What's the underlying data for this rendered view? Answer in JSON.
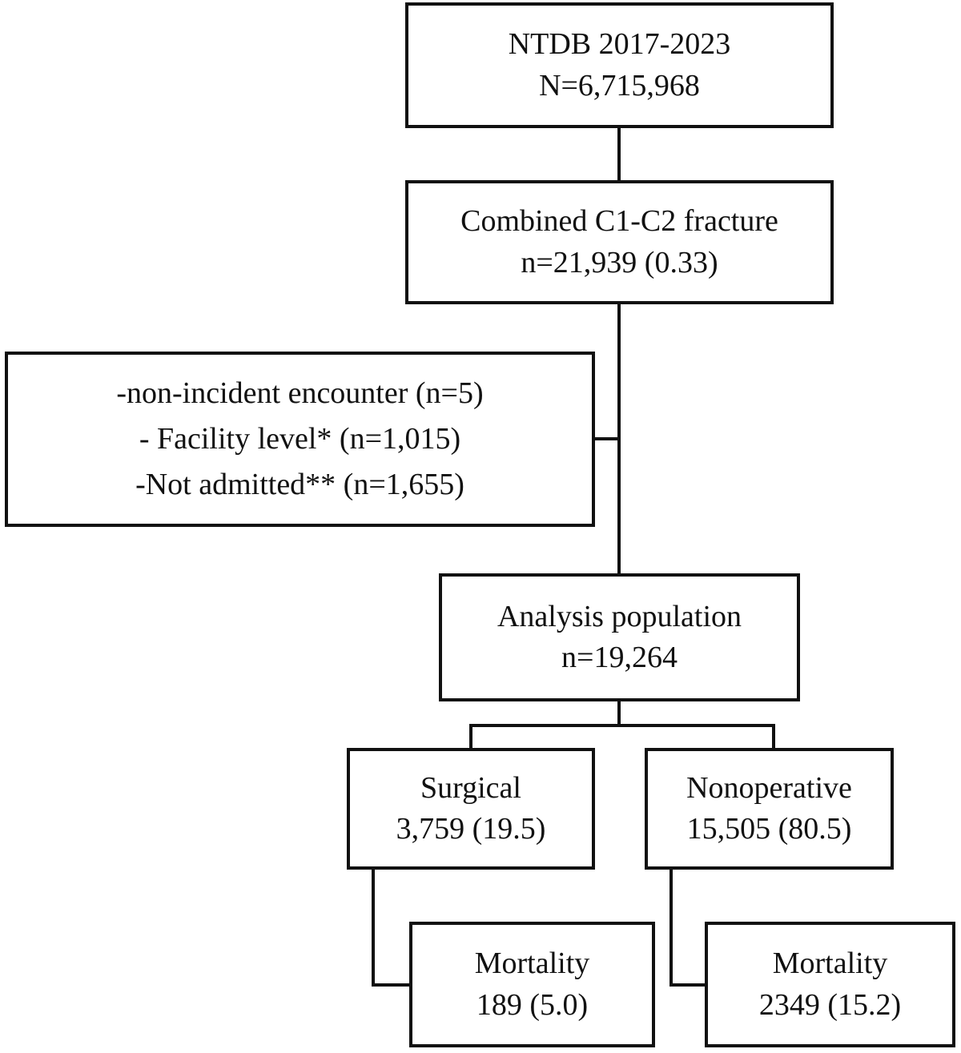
{
  "flowchart": {
    "source": {
      "line1": "NTDB 2017-2023",
      "line2": "N=6,715,968"
    },
    "combined": {
      "line1": "Combined C1-C2 fracture",
      "line2": "n=21,939 (0.33)"
    },
    "exclusions": {
      "line1": "-non-incident encounter (n=5)",
      "line2": "- Facility level* (n=1,015)",
      "line3": "-Not admitted** (n=1,655)"
    },
    "analysis": {
      "line1": "Analysis population",
      "line2": "n=19,264"
    },
    "surgical": {
      "line1": "Surgical",
      "line2": "3,759 (19.5)"
    },
    "nonoperative": {
      "line1": "Nonoperative",
      "line2": "15,505 (80.5)"
    },
    "surgical_mortality": {
      "line1": "Mortality",
      "line2": "189 (5.0)"
    },
    "nonoperative_mortality": {
      "line1": "Mortality",
      "line2": "2349 (15.2)"
    }
  }
}
